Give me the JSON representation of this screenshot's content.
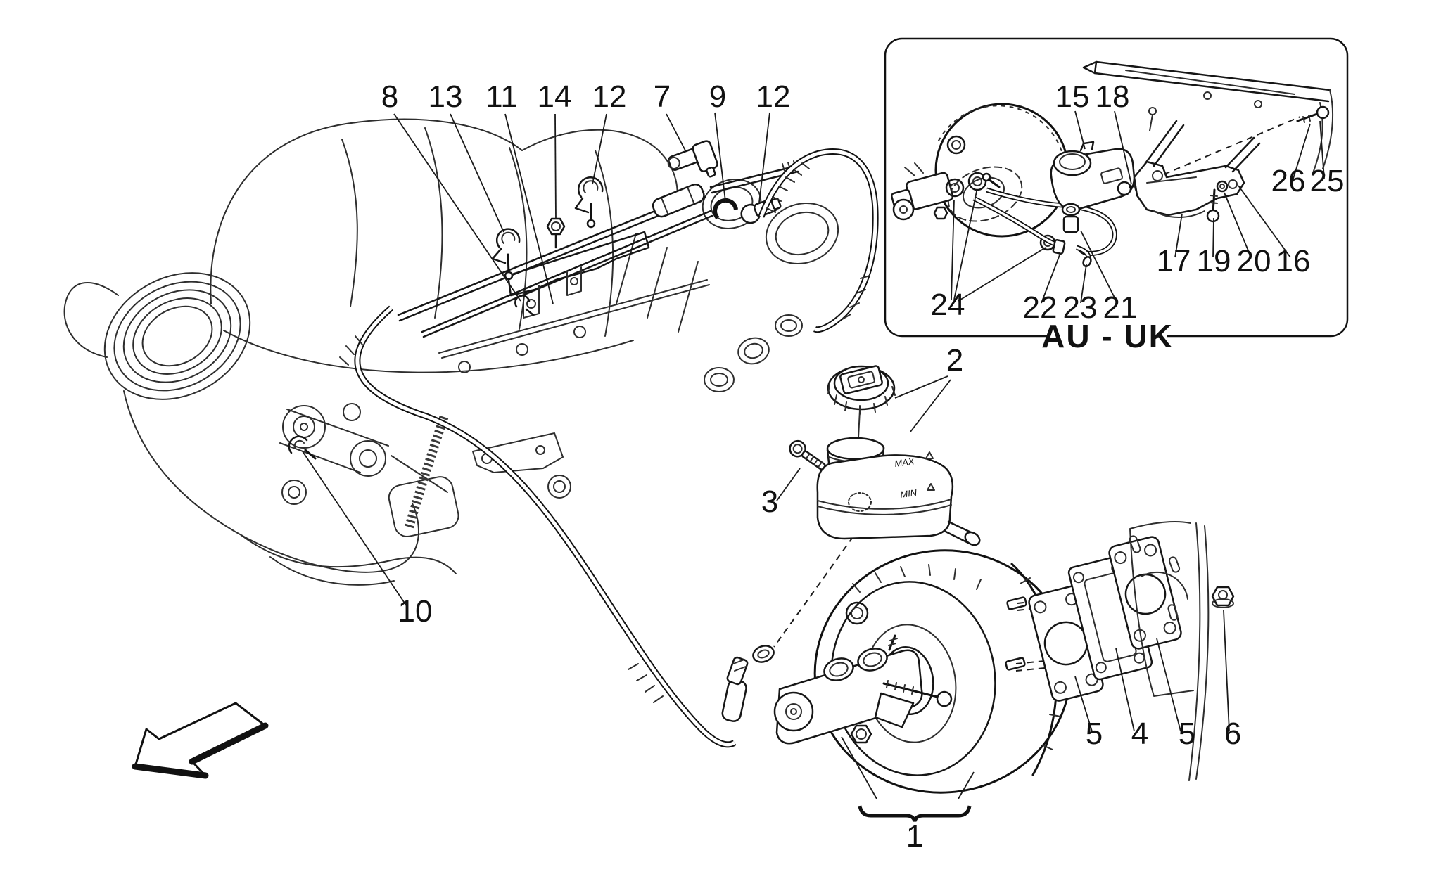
{
  "diagram": {
    "background": "#ffffff",
    "line_color": "#1a1a1a",
    "region_label": "AU - UK",
    "reservoir": {
      "max_label": "MAX",
      "min_label": "MIN"
    },
    "callouts_main": [
      {
        "part": "8"
      },
      {
        "part": "13"
      },
      {
        "part": "11"
      },
      {
        "part": "14"
      },
      {
        "part": "12"
      },
      {
        "part": "7"
      },
      {
        "part": "9"
      },
      {
        "part": "12"
      },
      {
        "part": "10"
      },
      {
        "part": "2"
      },
      {
        "part": "3"
      },
      {
        "part": "1"
      },
      {
        "part": "5"
      },
      {
        "part": "4"
      },
      {
        "part": "5"
      },
      {
        "part": "6"
      }
    ],
    "callouts_inset": [
      {
        "part": "15"
      },
      {
        "part": "18"
      },
      {
        "part": "26"
      },
      {
        "part": "25"
      },
      {
        "part": "17"
      },
      {
        "part": "19"
      },
      {
        "part": "20"
      },
      {
        "part": "16"
      },
      {
        "part": "24"
      },
      {
        "part": "22"
      },
      {
        "part": "23"
      },
      {
        "part": "21"
      }
    ]
  }
}
